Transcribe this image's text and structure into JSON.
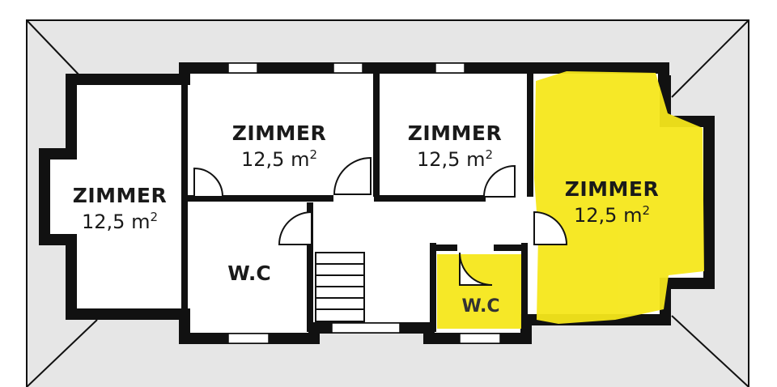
{
  "colors": {
    "roof": "#e6e6e6",
    "wall": "#111111",
    "floor": "#ffffff",
    "highlight": "#f6e71b"
  },
  "rooms": [
    {
      "id": "left",
      "name": "ZIMMER",
      "area": "12,5 m",
      "unit_sup": "2",
      "highlighted": false
    },
    {
      "id": "top-middle",
      "name": "ZIMMER",
      "area": "12,5 m",
      "unit_sup": "2",
      "highlighted": false
    },
    {
      "id": "top-right",
      "name": "ZIMMER",
      "area": "12,5 m",
      "unit_sup": "2",
      "highlighted": false
    },
    {
      "id": "right",
      "name": "ZIMMER",
      "area": "12,5 m",
      "unit_sup": "2",
      "highlighted": true
    }
  ],
  "toilets": [
    {
      "id": "wc-left",
      "name": "W.C",
      "highlighted": false
    },
    {
      "id": "wc-right",
      "name": "W.C",
      "highlighted": true
    }
  ],
  "staircase": {
    "steps": 6
  }
}
